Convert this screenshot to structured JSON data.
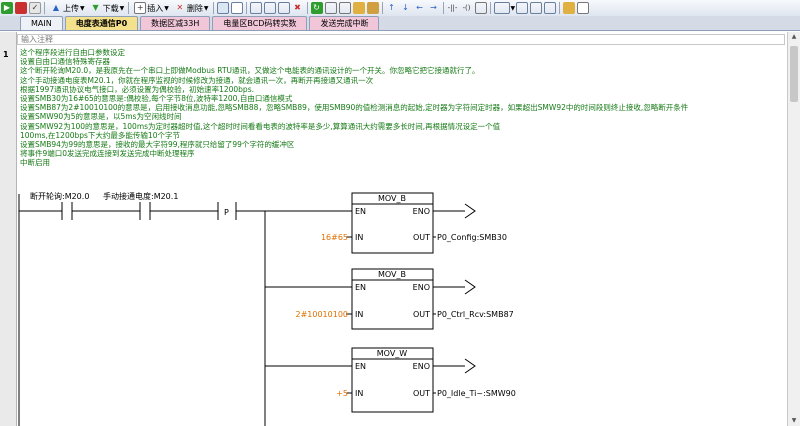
{
  "toolbar": {
    "upload_label": "上传",
    "download_label": "下载",
    "insert_label": "插入",
    "delete_label": "删除"
  },
  "tabs": [
    {
      "label": "MAIN"
    },
    {
      "label": "电度表通信P0"
    },
    {
      "label": "数据区减33H"
    },
    {
      "label": "电量区BCD码转实数"
    },
    {
      "label": "发送完成中断"
    }
  ],
  "comment_placeholder": "输入注释",
  "network_number": "1",
  "comments": [
    "这个程序段进行自由口参数设定",
    "设置自由口通信特殊寄存器",
    "这个断开轮询M20.0，是我原先在一个串口上即做Modbus RTU通讯，又做这个电能表的通讯设计的一个开关。你忽略它把它接通就行了。",
    "这个手动接通电度表M20.1，你就在程序监视的时候修改为接通，就会通讯一次，再断开再接通又通讯一次",
    "根据1997通讯协议电气接口，必须设置为偶校验，初始速率1200bps.",
    "设置SMB30为16#65的意思是:偶校验,每个字节8位,波特率1200,自由口通信模式",
    "设置SMB87为2#10010100的意思是，启用接收消息功能,忽略SMB88，忽略SMB89，使用SMB90的值检测消息的起始,定时器为字符间定时器，如果超出SMW92中的时间段则终止接收,忽略断开条件",
    "设置SMW90为5的意思是，以5ms为空闲线时间",
    "设置SMW92为100的意思是，100ms为定时器超时值,这个超时时间看看电表的波特率是多少,算算通讯大约需要多长时间,再根据情况设定一个值",
    "100ms,在1200bps下大约最多能传输10个字节",
    "设置SMB94为99的意思是，接收的最大字符99,程序就只给留了99个字符的缓冲区",
    "将事件9端口0发送完成连接到发送完成中断处理程序",
    "中断启用"
  ],
  "ladder": {
    "contacts": [
      {
        "name": "断开轮询:M20.0"
      },
      {
        "name": "手动接通电度:M20.1"
      }
    ],
    "p_label": "P",
    "blocks": [
      {
        "title": "MOV_B",
        "in_label": "IN",
        "out_label": "OUT",
        "en_label": "EN",
        "eno_label": "ENO",
        "in_value": "16#65",
        "out_value": "P0_Config:SMB30"
      },
      {
        "title": "MOV_B",
        "in_label": "IN",
        "out_label": "OUT",
        "en_label": "EN",
        "eno_label": "ENO",
        "in_value": "2#10010100",
        "out_value": "P0_Ctrl_Rcv:SMB87"
      },
      {
        "title": "MOV_W",
        "in_label": "IN",
        "out_label": "OUT",
        "en_label": "EN",
        "eno_label": "ENO",
        "in_value": "+5",
        "out_value": "P0_Idle_Ti~:SMW90"
      }
    ]
  },
  "colors": {
    "comment_green": "#157a15",
    "value_orange": "#e07000",
    "active_tab": "#f4e18c"
  }
}
